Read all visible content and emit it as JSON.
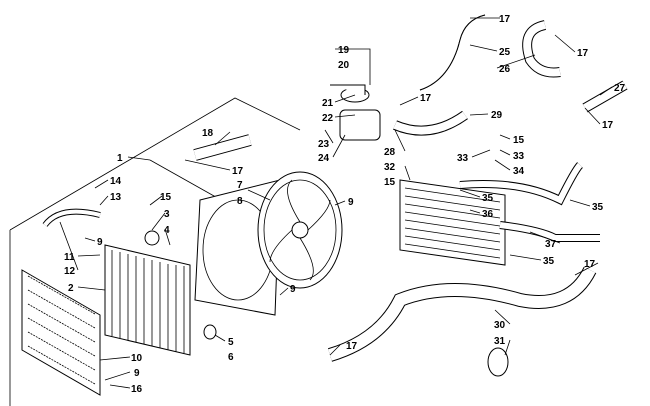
{
  "callouts": [
    "17",
    "25",
    "26",
    "17",
    "27",
    "17",
    "19",
    "20",
    "21",
    "22",
    "23",
    "24",
    "18",
    "17",
    "17",
    "29",
    "28",
    "32",
    "15",
    "15",
    "33",
    "33",
    "34",
    "1",
    "14",
    "13",
    "15",
    "3",
    "4",
    "7",
    "8",
    "9",
    "9",
    "11",
    "12",
    "2",
    "35",
    "36",
    "35",
    "37",
    "35",
    "17",
    "9",
    "5",
    "6",
    "30",
    "31",
    "17",
    "10",
    "9",
    "16"
  ]
}
